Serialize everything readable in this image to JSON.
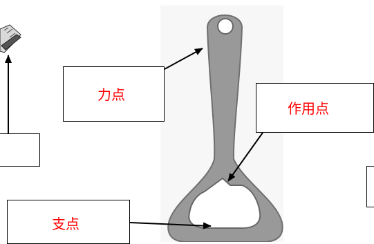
{
  "colors": {
    "opener_fill": "#999999",
    "opener_stroke": "#6f6f6f",
    "label_text": "#ff0000",
    "box_border": "#000000",
    "arrow": "#000000"
  },
  "icons": {
    "bottle_cap": "bottle-cap-icon",
    "bottle_opener": "bottle-opener-icon"
  },
  "labels": {
    "effort_point": "力点",
    "load_point": "作用点",
    "fulcrum": "支点"
  }
}
